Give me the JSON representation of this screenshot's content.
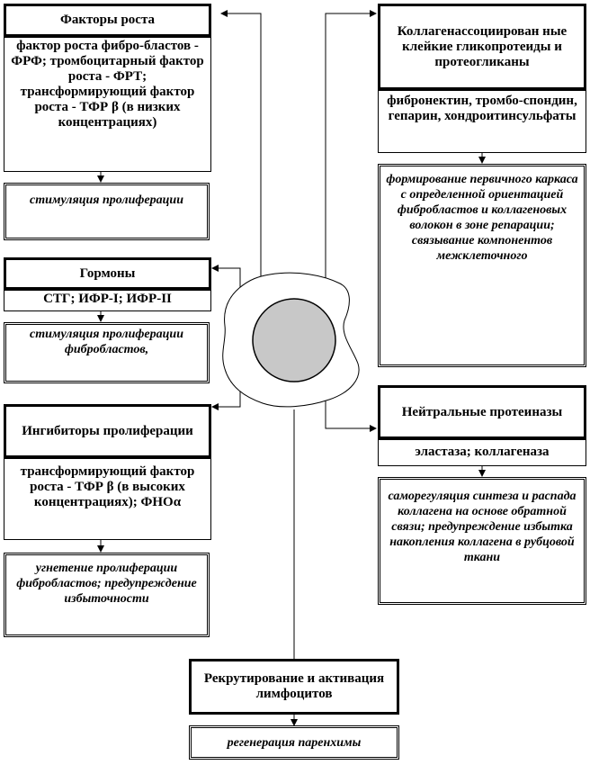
{
  "growth_factors": {
    "title": "Факторы роста",
    "body": "фактор роста фибро-бластов - ФРФ; тромбоцитарный фактор роста - ФРТ; трансформирующий фактор роста - ТФР β (в низких концентрациях)",
    "effect": "стимуляция пролиферации"
  },
  "hormones": {
    "title": "Гормоны",
    "body": "СТГ; ИФР-I; ИФР-II",
    "effect": "стимуляция пролиферации фибробластов,"
  },
  "inhibitors": {
    "title": "Ингибиторы пролиферации",
    "body": "трансформирующий фактор роста - ТФР β (в высоких концентрациях); ФНОα",
    "effect": "угнетение пролиферации фибробластов; предупреждение избыточности"
  },
  "collagen_glyco": {
    "title": "Коллагенассоциирован ные клейкие гликопротеиды и протеогликаны",
    "body": "фибронектин, тромбо-спондин, гепарин, хондроитинсульфаты",
    "effect": "формирование первичного каркаса с определенной ориентацией фибробластов и коллагеновых волокон в зоне репарации; связывание компонентов межклеточного"
  },
  "proteases": {
    "title": "Нейтральные протеиназы",
    "body": "эластаза; коллагеназа",
    "effect": "саморегуляция синтеза и распада коллагена на основе обратной связи; предупреждение избытка накопления коллагена в рубцовой ткани"
  },
  "lymphocytes": {
    "title": "Рекрутирование и активация лимфоцитов",
    "effect": "регенерация паренхимы"
  }
}
